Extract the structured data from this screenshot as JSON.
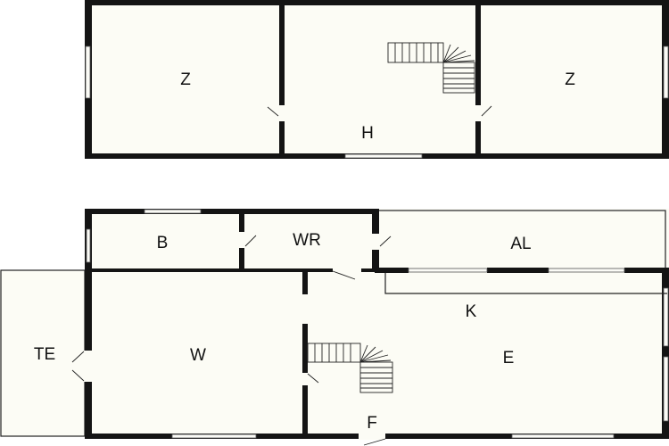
{
  "plan": {
    "upper_floor": {
      "rooms": [
        {
          "label": "Z"
        },
        {
          "label": "H"
        },
        {
          "label": "Z"
        }
      ]
    },
    "ground_floor": {
      "rooms": [
        {
          "label": "B"
        },
        {
          "label": "WR"
        },
        {
          "label": "AL"
        },
        {
          "label": "K"
        },
        {
          "label": "E"
        },
        {
          "label": "W"
        },
        {
          "label": "TE"
        },
        {
          "label": "F"
        }
      ]
    },
    "colors": {
      "wall": "#141414",
      "floor": "#fcfcf5"
    }
  }
}
